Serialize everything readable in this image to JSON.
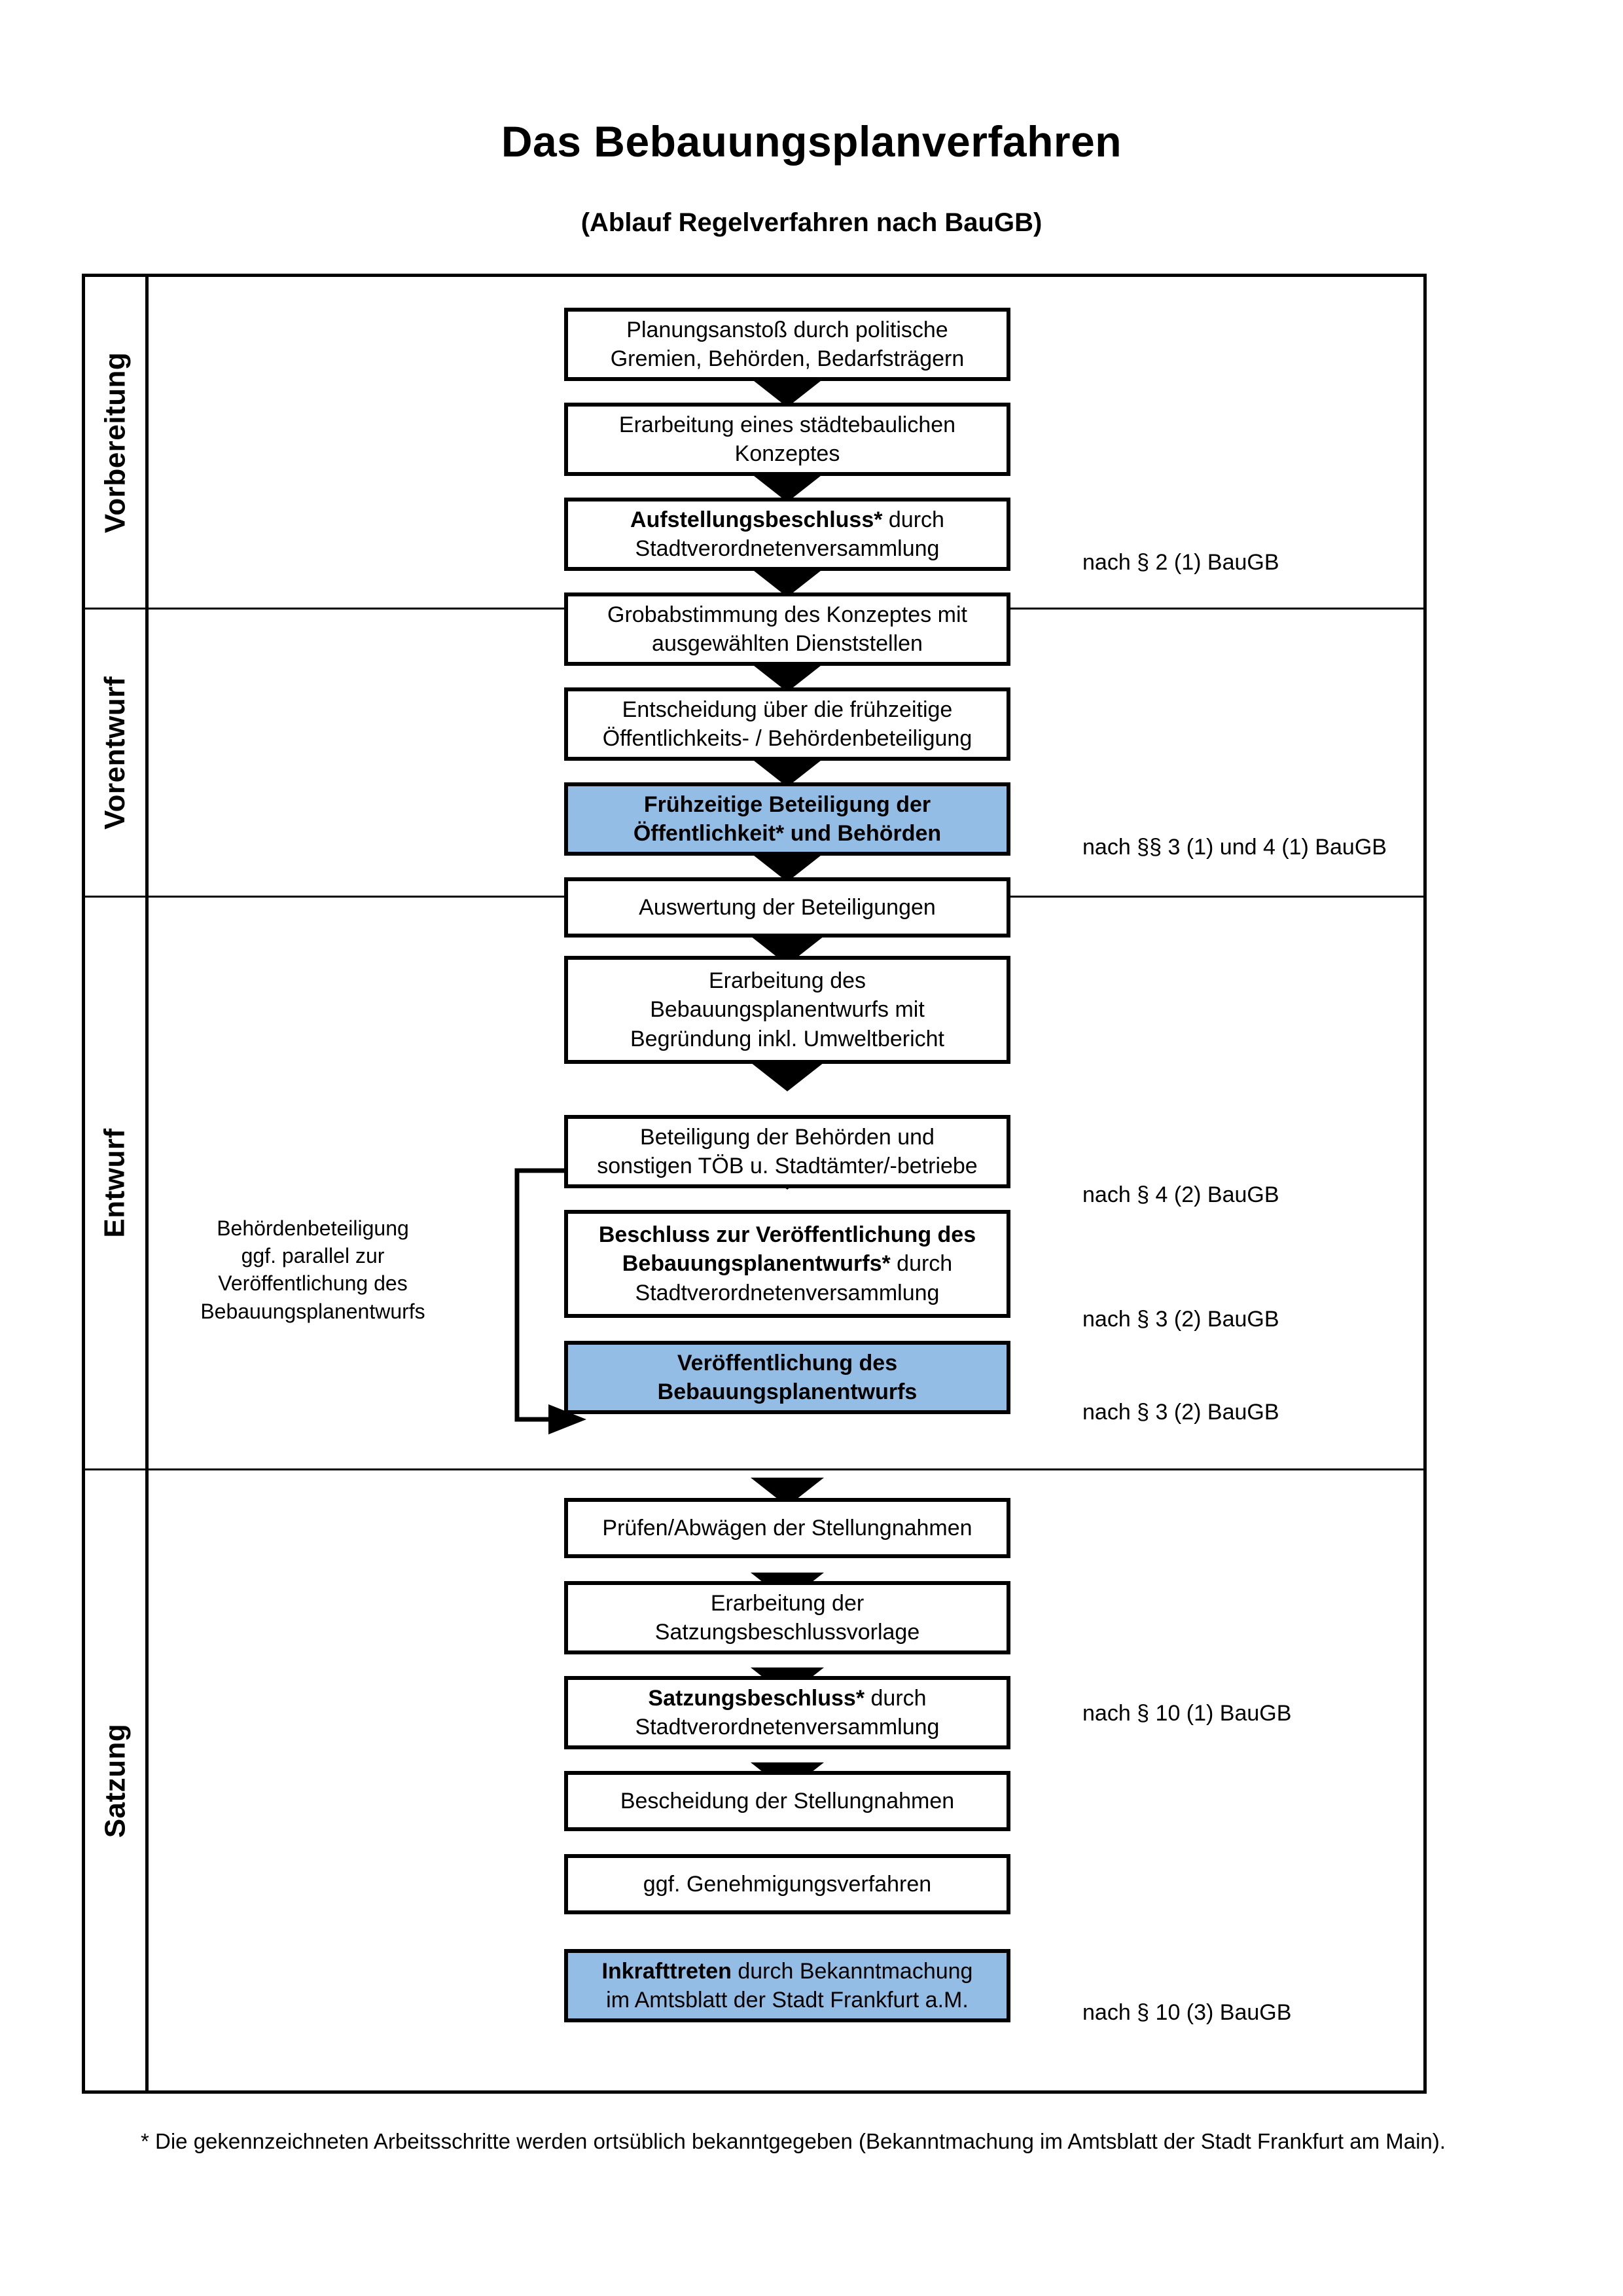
{
  "header": {
    "title": "Das Bebauungsplanverfahren",
    "subtitle": "(Ablauf Regelverfahren nach BauGB)"
  },
  "phases": [
    {
      "label": "Vorbereitung",
      "band_color": "#f1f1f1"
    },
    {
      "label": "Vorentwurf",
      "band_color": "#e4e4e4"
    },
    {
      "label": "Entwurf",
      "band_color": "#d5d5d5"
    },
    {
      "label": "Satzung",
      "band_color": "#c0c0c0"
    }
  ],
  "nodes": [
    {
      "id": "planungsanstoss",
      "line1": "Planungsanstoß durch politische",
      "line2": "Gremien, Behörden, Bedarfsträgern",
      "highlight": false,
      "bold_prefix": ""
    },
    {
      "id": "staedtebauliches",
      "line1": "Erarbeitung eines städtebaulichen",
      "line2": "Konzeptes",
      "highlight": false,
      "bold_prefix": ""
    },
    {
      "id": "aufstellungsbeschluss",
      "line1": "Aufstellungsbeschluss* durch",
      "line2": "Stadtverordnetenversammlung",
      "highlight": false,
      "bold_prefix": "Aufstellungsbeschluss*"
    },
    {
      "id": "grobabstimmung",
      "line1": "Grobabstimmung des Konzeptes mit",
      "line2": "ausgewählten Dienststellen",
      "highlight": false,
      "bold_prefix": ""
    },
    {
      "id": "entscheidung",
      "line1": "Entscheidung über die frühzeitige",
      "line2": "Öffentlichkeits- / Behördenbeteiligung",
      "highlight": false,
      "bold_prefix": ""
    },
    {
      "id": "fruehzeitige",
      "line1": "Frühzeitige Beteiligung der",
      "line2": "Öffentlichkeit* und Behörden",
      "highlight": true,
      "bold_prefix": "ALL"
    },
    {
      "id": "auswertung",
      "line1": "Auswertung der Beteiligungen",
      "line2": "",
      "highlight": false,
      "bold_prefix": ""
    },
    {
      "id": "erarbeitung-entwurf",
      "line1": "Erarbeitung des",
      "line2": "Bebauungsplanentwurfs mit",
      "line3": "Begründung inkl. Umweltbericht",
      "highlight": false,
      "bold_prefix": ""
    },
    {
      "id": "beteiligung-behoerden",
      "line1": "Beteiligung der Behörden und",
      "line2": "sonstigen TÖB u. Stadtämter/-betriebe",
      "highlight": false,
      "bold_prefix": ""
    },
    {
      "id": "beschluss-veroeff",
      "line1": "Beschluss zur Veröffentlichung des",
      "line2": "Bebauungsplanentwurfs* durch",
      "line3": "Stadtverordnetenversammlung",
      "highlight": false,
      "bold_prefix": "Beschluss zur Veröffentlichung des Bebauungsplanentwurfs*"
    },
    {
      "id": "veroeffentlichung",
      "line1": "Veröffentlichung des",
      "line2": "Bebauungsplanentwurfs",
      "highlight": true,
      "bold_prefix": "ALL"
    },
    {
      "id": "pruefen-abwaegen",
      "line1": "Prüfen/Abwägen der Stellungnahmen",
      "line2": "",
      "highlight": false,
      "bold_prefix": ""
    },
    {
      "id": "satzungsvorlage",
      "line1": "Erarbeitung der",
      "line2": "Satzungsbeschlussvorlage",
      "highlight": false,
      "bold_prefix": ""
    },
    {
      "id": "satzungsbeschluss",
      "line1": "Satzungsbeschluss* durch",
      "line2": "Stadtverordnetenversammlung",
      "highlight": false,
      "bold_prefix": "Satzungsbeschluss*"
    },
    {
      "id": "bescheidung",
      "line1": "Bescheidung der Stellungnahmen",
      "line2": "",
      "highlight": false,
      "bold_prefix": ""
    },
    {
      "id": "genehmigung",
      "line1": "ggf. Genehmigungsverfahren",
      "line2": "",
      "highlight": false,
      "bold_prefix": ""
    },
    {
      "id": "inkrafttreten",
      "line1": "Inkrafttreten durch Bekanntmachung",
      "line2": "im Amtsblatt der Stadt Frankfurt a.M.",
      "highlight": true,
      "bold_prefix": "Inkrafttreten"
    }
  ],
  "node_text": {
    "planungsanstoss_a": "Planungsanstoß durch politische",
    "planungsanstoss_b": "Gremien, Behörden, Bedarfsträgern",
    "staedtebauliches_a": "Erarbeitung eines städtebaulichen",
    "staedtebauliches_b": "Konzeptes",
    "aufstellung_bold": "Aufstellungsbeschluss*",
    "aufstellung_rest": " durch",
    "aufstellung_b": "Stadtverordnetenversammlung",
    "grobabstimmung_a": "Grobabstimmung des Konzeptes mit",
    "grobabstimmung_b": "ausgewählten Dienststellen",
    "entscheidung_a": "Entscheidung über die frühzeitige",
    "entscheidung_b": "Öffentlichkeits- / Behördenbeteiligung",
    "fruehzeitige_a": "Frühzeitige Beteiligung der",
    "fruehzeitige_b": "Öffentlichkeit* und Behörden",
    "auswertung_a": "Auswertung der Beteiligungen",
    "erarbeitung_a": "Erarbeitung des",
    "erarbeitung_b": "Bebauungsplanentwurfs mit",
    "erarbeitung_c": "Begründung inkl. Umweltbericht",
    "beteiligung_a": "Beteiligung der Behörden und",
    "beteiligung_b": "sonstigen TÖB u. Stadtämter/-betriebe",
    "beschluss_bold_a": "Beschluss zur Veröffentlichung des",
    "beschluss_bold_b": "Bebauungsplanentwurfs*",
    "beschluss_rest": " durch",
    "beschluss_c": "Stadtverordnetenversammlung",
    "veroeff_a": "Veröffentlichung des",
    "veroeff_b": "Bebauungsplanentwurfs",
    "pruefen_a": "Prüfen/Abwägen der Stellungnahmen",
    "satzungsvorlage_a": "Erarbeitung der",
    "satzungsvorlage_b": "Satzungsbeschlussvorlage",
    "satzungsbeschluss_bold": "Satzungsbeschluss*",
    "satzungsbeschluss_rest": " durch",
    "satzungsbeschluss_b": "Stadtverordnetenversammlung",
    "bescheidung_a": "Bescheidung der Stellungnahmen",
    "genehmigung_a": "ggf. Genehmigungsverfahren",
    "inkraft_bold": "Inkrafttreten",
    "inkraft_rest": " durch Bekanntmachung",
    "inkraft_b": "im Amtsblatt der Stadt Frankfurt a.M."
  },
  "legal_refs": [
    {
      "id": "ref-2-1",
      "text": "nach § 2 (1) BauGB"
    },
    {
      "id": "ref-3-1",
      "text": "nach §§ 3 (1) und 4 (1) BauGB"
    },
    {
      "id": "ref-4-2",
      "text": "nach § 4 (2) BauGB"
    },
    {
      "id": "ref-3-2a",
      "text": "nach § 3 (2) BauGB"
    },
    {
      "id": "ref-3-2b",
      "text": "nach § 3 (2) BauGB"
    },
    {
      "id": "ref-10-1",
      "text": "nach § 10 (1) BauGB"
    },
    {
      "id": "ref-10-3",
      "text": "nach § 10 (3) BauGB"
    }
  ],
  "side_note": {
    "line1": "Behördenbeteiligung",
    "line2": "ggf. parallel zur",
    "line3": "Veröffentlichung des",
    "line4": "Bebauungsplanentwurfs"
  },
  "footnote": {
    "text": "* Die gekennzeichneten Arbeitsschritte werden ortsüblich bekanntgegeben (Bekanntmachung im Amtsblatt  der Stadt Frankfurt am Main)."
  },
  "colors": {
    "highlight_blue": "#94bde5",
    "band1": "#f1f1f1",
    "band2": "#e4e4e4",
    "band3": "#d5d5d5",
    "band4": "#c0c0c0",
    "stroke": "#000000"
  }
}
